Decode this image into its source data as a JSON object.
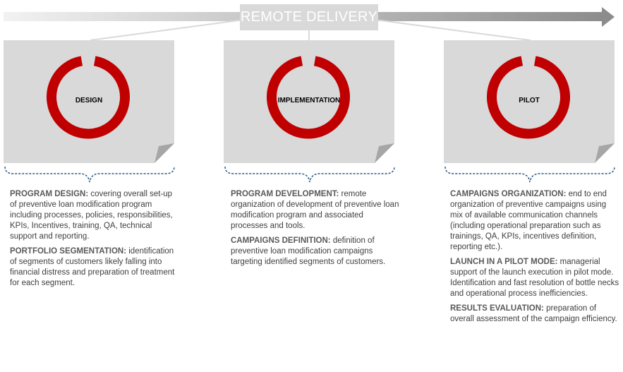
{
  "banner": {
    "label": "REMOTE DELIVERY"
  },
  "colors": {
    "ring": "#c00000",
    "card": "#d9d9d9",
    "brace": "#2e5a87",
    "arrow": "#a6a6a6"
  },
  "phases": [
    {
      "label": "DESIGN",
      "items": [
        {
          "title": "PROGRAM DESIGN:",
          "text": " covering overall set-up of preventive loan modification program including processes, policies, responsibilities, KPIs, Incentives, training, QA, technical support and reporting."
        },
        {
          "title": "PORTFOLIO SEGMENTATION:",
          "text": " identification of segments of customers likely falling into financial distress and preparation of treatment for each segment."
        }
      ]
    },
    {
      "label": "IMPLEMENTATION",
      "items": [
        {
          "title": "PROGRAM DEVELOPMENT:",
          "text": " remote organization of development of preventive loan modification program and associated processes and tools."
        },
        {
          "title": "CAMPAIGNS DEFINITION:",
          "text": " definition of preventive loan modification campaigns targeting identified segments of customers."
        }
      ]
    },
    {
      "label": "PILOT",
      "items": [
        {
          "title": "CAMPAIGNS ORGANIZATION:",
          "text": " end to end organization of preventive campaigns using mix of available communication channels (including operational preparation such as trainings, QA, KPIs, incentives definition, reporting etc.)."
        },
        {
          "title": "LAUNCH IN A PILOT MODE:",
          "text": " managerial support of the launch execution in pilot mode. Identification and fast resolution of bottle necks and operational process inefficiencies."
        },
        {
          "title": "RESULTS EVALUATION:",
          "text": " preparation of overall assessment of the campaign efficiency."
        }
      ]
    }
  ]
}
